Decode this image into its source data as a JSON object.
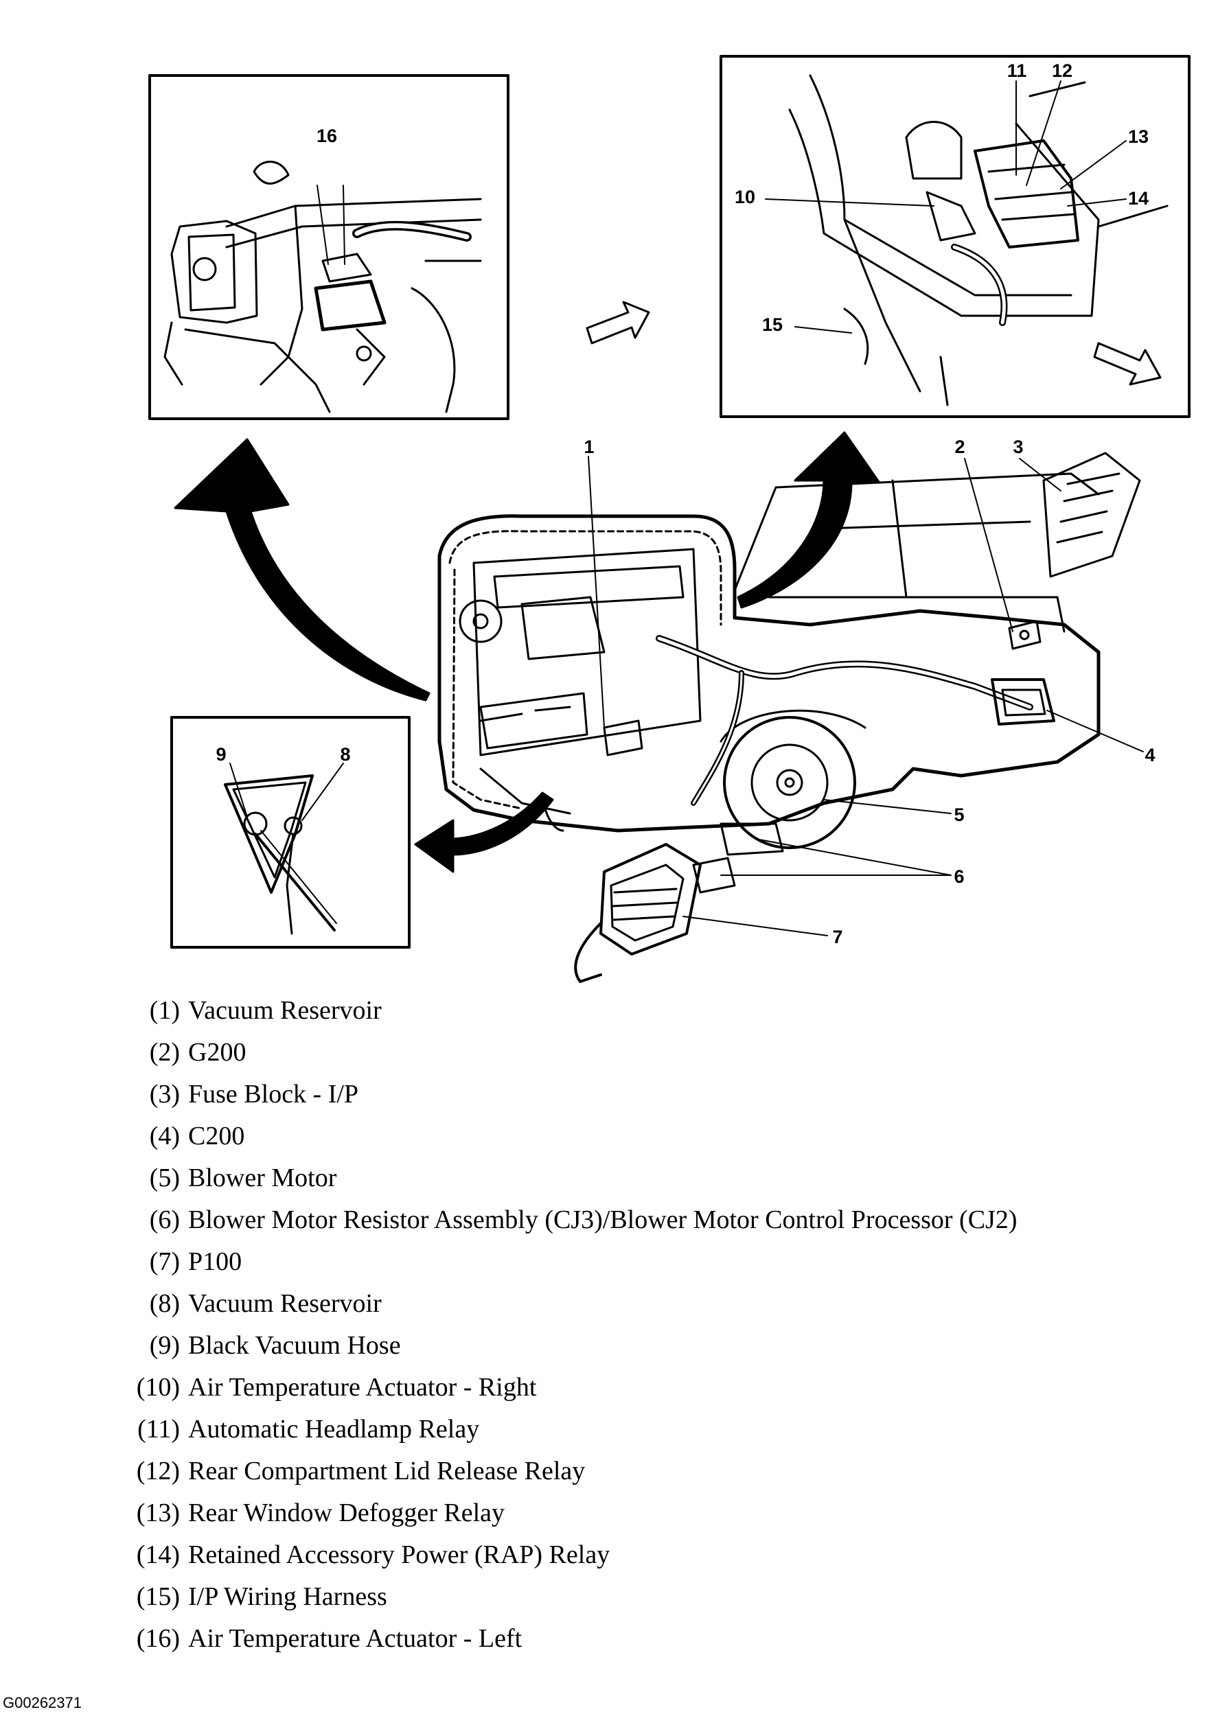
{
  "callouts": {
    "c1": "1",
    "c2": "2",
    "c3": "3",
    "c4": "4",
    "c5": "5",
    "c6": "6",
    "c7": "7",
    "c8": "8",
    "c9": "9",
    "c10": "10",
    "c11": "11",
    "c12": "12",
    "c13": "13",
    "c14": "14",
    "c15": "15",
    "c16": "16"
  },
  "legend": [
    {
      "num": "(1)",
      "label": "Vacuum Reservoir"
    },
    {
      "num": "(2)",
      "label": "G200"
    },
    {
      "num": "(3)",
      "label": "Fuse Block - I/P"
    },
    {
      "num": "(4)",
      "label": "C200"
    },
    {
      "num": "(5)",
      "label": "Blower Motor"
    },
    {
      "num": "(6)",
      "label": "Blower Motor Resistor Assembly (CJ3)/Blower Motor Control Processor (CJ2)"
    },
    {
      "num": "(7)",
      "label": "P100"
    },
    {
      "num": "(8)",
      "label": "Vacuum Reservoir"
    },
    {
      "num": "(9)",
      "label": "Black Vacuum Hose"
    },
    {
      "num": "(10)",
      "label": "Air Temperature Actuator - Right"
    },
    {
      "num": "(11)",
      "label": "Automatic Headlamp Relay"
    },
    {
      "num": "(12)",
      "label": "Rear Compartment Lid Release Relay"
    },
    {
      "num": "(13)",
      "label": "Rear Window Defogger Relay"
    },
    {
      "num": "(14)",
      "label": "Retained Accessory Power (RAP) Relay"
    },
    {
      "num": "(15)",
      "label": "I/P Wiring Harness"
    },
    {
      "num": "(16)",
      "label": "Air Temperature Actuator - Left"
    }
  ],
  "figure_id": "G00262371"
}
